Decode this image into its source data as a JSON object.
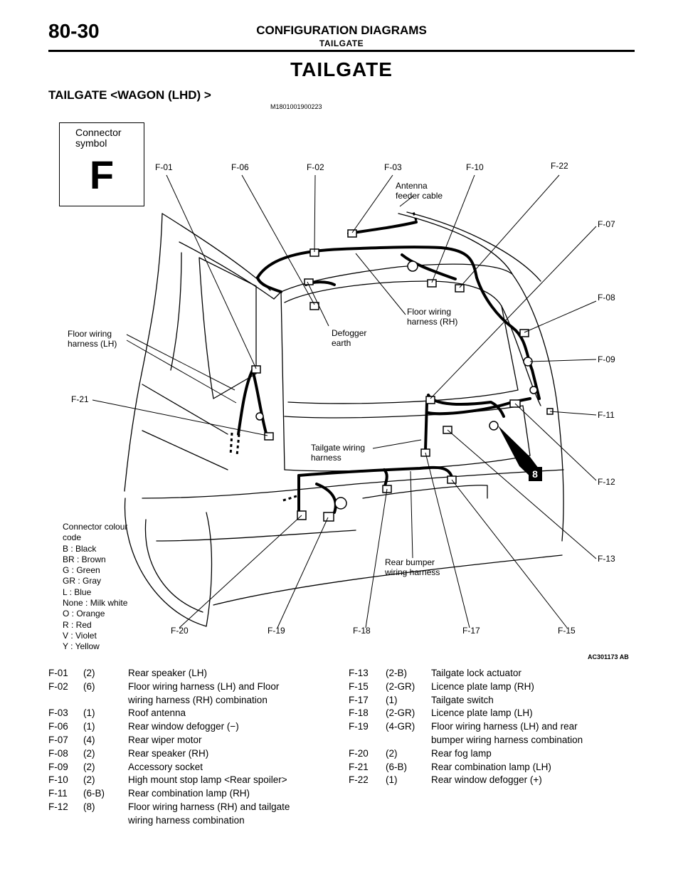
{
  "header": {
    "page_number": "80-30",
    "title": "CONFIGURATION DIAGRAMS",
    "subtitle": "TAILGATE"
  },
  "main_title": "TAILGATE",
  "section": {
    "title": "TAILGATE <WAGON (LHD) >",
    "code": "M1801001900223"
  },
  "diagram": {
    "connector_symbol_label": "Connector\nsymbol",
    "connector_symbol_letter": "F",
    "labels": {
      "f01": "F-01",
      "f06": "F-06",
      "f02": "F-02",
      "f03": "F-03",
      "f10": "F-10",
      "f22": "F-22",
      "f07": "F-07",
      "f08": "F-08",
      "f09": "F-09",
      "f11": "F-11",
      "f12": "F-12",
      "f13": "F-13",
      "f15": "F-15",
      "f17": "F-17",
      "f18": "F-18",
      "f19": "F-19",
      "f20": "F-20",
      "f21": "F-21",
      "antenna": "Antenna\nfeeder cable",
      "floor_rh": "Floor wiring\nharness (RH)",
      "floor_lh": "Floor wiring\nharness (LH)",
      "defogger": "Defogger\nearth",
      "tailgate_harness": "Tailgate wiring\nharness",
      "rear_bumper": "Rear bumper\nwiring harness",
      "badge": "8"
    },
    "colour_legend": [
      "Connector colour",
      "code",
      "B : Black",
      "BR : Brown",
      "G : Green",
      "GR : Gray",
      "L : Blue",
      "None : Milk white",
      "O : Orange",
      "R : Red",
      "V : Violet",
      "Y : Yellow"
    ],
    "figure_code": "AC301173 AB"
  },
  "table_left": [
    {
      "code": "F-01",
      "pins": "(2)",
      "desc": "Rear speaker (LH)"
    },
    {
      "code": "F-02",
      "pins": "(6)",
      "desc": "Floor wiring harness (LH) and Floor"
    },
    {
      "code": "",
      "pins": "",
      "desc": "wiring harness (RH) combination"
    },
    {
      "code": "F-03",
      "pins": "(1)",
      "desc": "Roof antenna"
    },
    {
      "code": "F-06",
      "pins": "(1)",
      "desc": "Rear window defogger (−)"
    },
    {
      "code": "F-07",
      "pins": "(4)",
      "desc": "Rear wiper motor"
    },
    {
      "code": "F-08",
      "pins": "(2)",
      "desc": "Rear speaker (RH)"
    },
    {
      "code": "F-09",
      "pins": "(2)",
      "desc": "Accessory socket"
    },
    {
      "code": "F-10",
      "pins": "(2)",
      "desc": "High mount stop lamp <Rear spoiler>"
    },
    {
      "code": "F-11",
      "pins": "(6-B)",
      "desc": "Rear combination lamp (RH)"
    },
    {
      "code": "F-12",
      "pins": "(8)",
      "desc": "Floor wiring harness (RH) and tailgate"
    },
    {
      "code": "",
      "pins": "",
      "desc": "wiring harness combination"
    }
  ],
  "table_right": [
    {
      "code": "F-13",
      "pins": "(2-B)",
      "desc": "Tailgate lock actuator"
    },
    {
      "code": "F-15",
      "pins": "(2-GR)",
      "desc": "Licence plate lamp (RH)"
    },
    {
      "code": "F-17",
      "pins": "(1)",
      "desc": "Tailgate switch"
    },
    {
      "code": "F-18",
      "pins": "(2-GR)",
      "desc": "Licence plate lamp (LH)"
    },
    {
      "code": "F-19",
      "pins": "(4-GR)",
      "desc": "Floor wiring harness (LH) and rear"
    },
    {
      "code": "",
      "pins": "",
      "desc": "bumper wiring harness combination"
    },
    {
      "code": "F-20",
      "pins": "(2)",
      "desc": "Rear fog lamp"
    },
    {
      "code": "F-21",
      "pins": "(6-B)",
      "desc": "Rear combination lamp (LH)"
    },
    {
      "code": "F-22",
      "pins": "(1)",
      "desc": "Rear window defogger (+)"
    }
  ]
}
